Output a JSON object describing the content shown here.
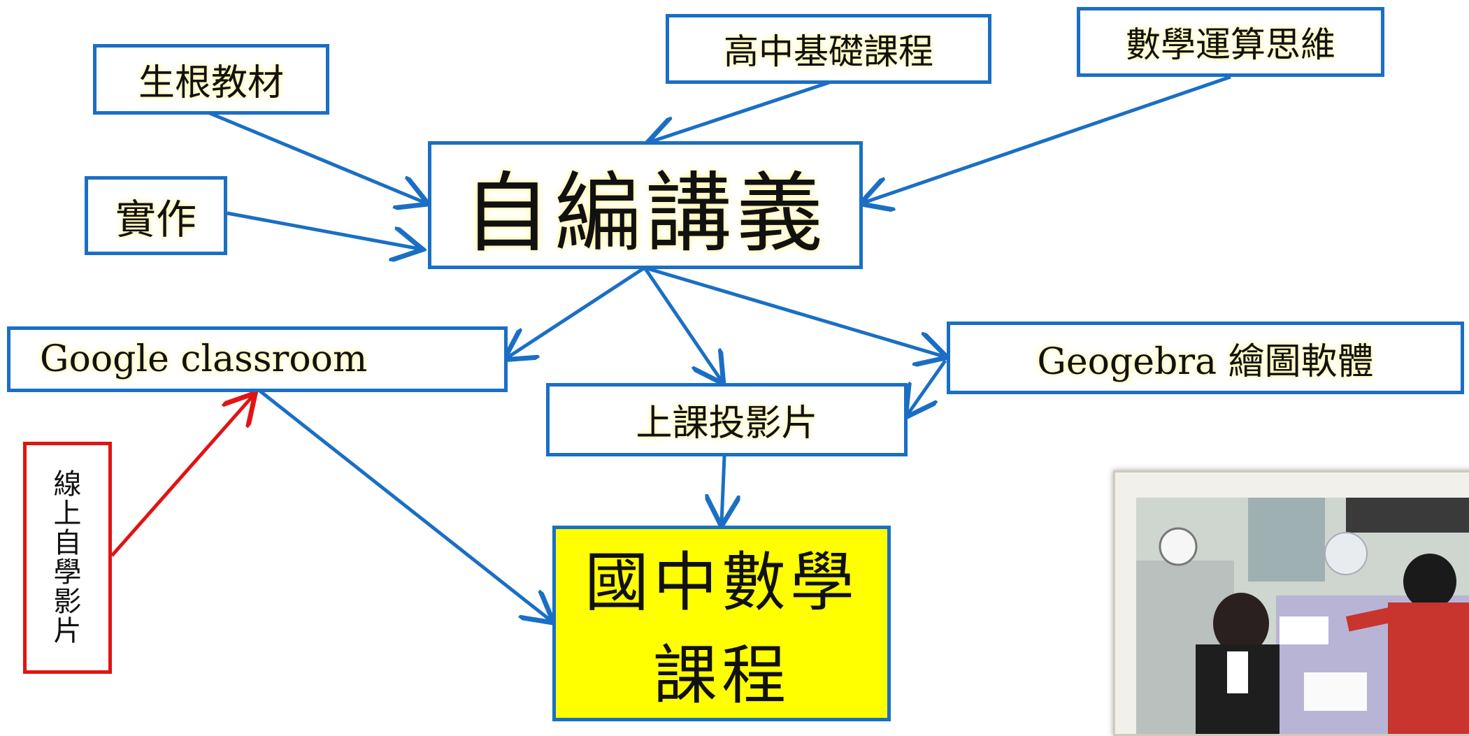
{
  "colors": {
    "arrow": "#1a6fc4",
    "red_arrow": "#e01414",
    "highlight": "#ffff00"
  },
  "nodes": {
    "shenggen": "生根教材",
    "gaozhong": "高中基礎課程",
    "shuxue_siwei": "數學運算思維",
    "shizuo": "實作",
    "zibian": "自編講義",
    "google": "Google classroom",
    "geogebra": "Geogebra 繪圖軟體",
    "shangke": "上課投影片",
    "xianshang": [
      "線",
      "上",
      "自",
      "學",
      "影",
      "片"
    ],
    "guozhong_line1": "國中數學",
    "guozhong_line2": "課程"
  }
}
